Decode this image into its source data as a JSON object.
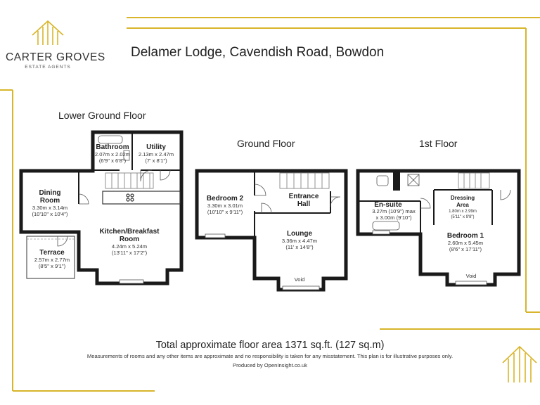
{
  "header": {
    "brand_name": "CARTER GROVES",
    "brand_sub": "ESTATE AGENTS",
    "title": "Delamer Lodge, Cavendish Road, Bowdon"
  },
  "floors": {
    "lower_ground": {
      "label": "Lower Ground Floor",
      "rooms": {
        "bathroom": {
          "name": "Bathroom",
          "dim_m": "2.07m x 2.02m",
          "dim_ft": "(6'9\" x 6'8\")"
        },
        "utility": {
          "name": "Utility",
          "dim_m": "2.13m x 2.47m",
          "dim_ft": "(7' x 8'1\")"
        },
        "dining": {
          "name_1": "Dining",
          "name_2": "Room",
          "dim_m": "3.30m x 3.14m",
          "dim_ft": "(10'10\" x 10'4\")"
        },
        "kitchen": {
          "name_1": "Kitchen/Breakfast",
          "name_2": "Room",
          "dim_m": "4.24m x 5.24m",
          "dim_ft": "(13'11\" x 17'2\")"
        },
        "terrace": {
          "name": "Terrace",
          "dim_m": "2.57m x 2.77m",
          "dim_ft": "(8'5\" x 9'1\")"
        }
      }
    },
    "ground": {
      "label": "Ground Floor",
      "rooms": {
        "bedroom2": {
          "name": "Bedroom 2",
          "dim_m": "3.30m x 3.01m",
          "dim_ft": "(10'10\" x 9'11\")"
        },
        "hall": {
          "name_1": "Entrance",
          "name_2": "Hall"
        },
        "lounge": {
          "name": "Lounge",
          "dim_m": "3.36m x 4.47m",
          "dim_ft": "(11' x 14'8\")"
        },
        "void": {
          "name": "Void"
        }
      }
    },
    "first": {
      "label": "1st Floor",
      "rooms": {
        "ensuite": {
          "name": "En-suite",
          "dim_m": "3.27m (10'9\") max",
          "dim_ft": "x 3.00m (9'10\")"
        },
        "dressing": {
          "name_1": "Dressing",
          "name_2": "Area",
          "dim_m": "1.80m x 2.99m",
          "dim_ft": "(5'11\" x 9'8\")"
        },
        "bedroom1": {
          "name": "Bedroom 1",
          "dim_m": "2.60m x 5.45m",
          "dim_ft": "(8'6\" x 17'11\")"
        },
        "void": {
          "name": "Void"
        }
      }
    }
  },
  "footer": {
    "total_area": "Total approximate floor area 1371 sq.ft. (127 sq.m)",
    "disclaimer": "Measurements of rooms and any other items are approximate and no responsibility is taken for any misstatement. This plan is for illustrative purposes only.",
    "credit": "Produced by OpenInsight.co.uk"
  },
  "colors": {
    "accent_gold": "#d8b52a",
    "wall": "#1a1a1a",
    "text": "#222222"
  },
  "icons": [
    "house-roof-logo-icon",
    "house-roof-corner-icon"
  ]
}
